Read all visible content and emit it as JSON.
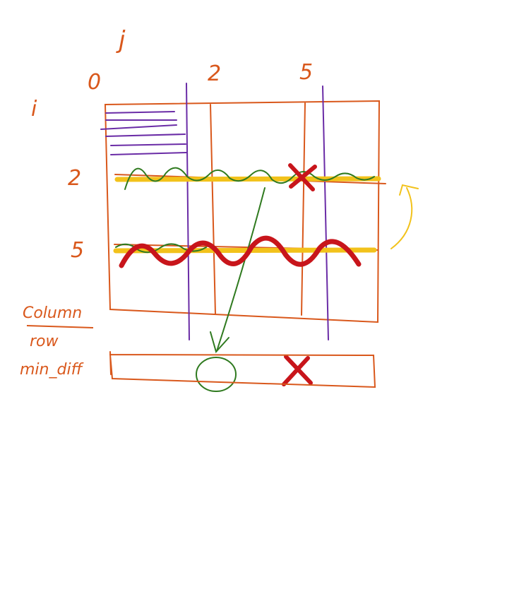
{
  "labels": {
    "j": "j",
    "i": "i",
    "col_0": "0",
    "col_2": "2",
    "col_5": "5",
    "row_2": "2",
    "row_5": "5",
    "column": "Column",
    "row": "row",
    "min_diff": "min_diff"
  },
  "colors": {
    "grid": "#d9581c",
    "purple": "#6a2ca6",
    "yellow": "#f2c21b",
    "green": "#2f7a1f",
    "red": "#c8151b"
  }
}
